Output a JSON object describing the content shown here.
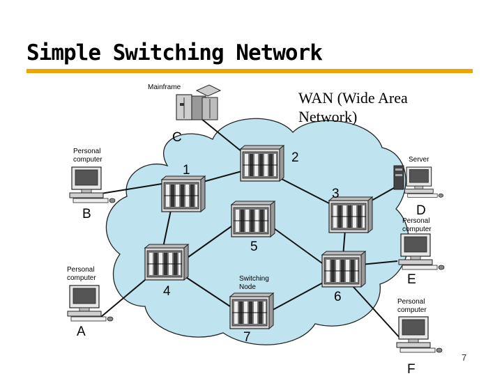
{
  "slide": {
    "title": "Simple Switching Network",
    "wan_label_line1": "WAN (Wide Area",
    "wan_label_line2": "Network)",
    "page_number": "7"
  },
  "switching_node_label_line1": "Switching",
  "switching_node_label_line2": "Node",
  "nodes": [
    {
      "id": "1",
      "label": "1"
    },
    {
      "id": "2",
      "label": "2"
    },
    {
      "id": "3",
      "label": "3"
    },
    {
      "id": "4",
      "label": "4"
    },
    {
      "id": "5",
      "label": "5"
    },
    {
      "id": "6",
      "label": "6"
    },
    {
      "id": "7",
      "label": "7"
    }
  ],
  "stations": [
    {
      "id": "A",
      "letter": "A",
      "type_line1": "Personal",
      "type_line2": "computer"
    },
    {
      "id": "B",
      "letter": "B",
      "type_line1": "Personal",
      "type_line2": "computer"
    },
    {
      "id": "C",
      "letter": "C",
      "type_line1": "Mainframe",
      "type_line2": ""
    },
    {
      "id": "D",
      "letter": "D",
      "type_line1": "Server",
      "type_line2": ""
    },
    {
      "id": "E",
      "letter": "E",
      "type_line1": "Personal",
      "type_line2": "computer"
    },
    {
      "id": "F",
      "letter": "F",
      "type_line1": "Personal",
      "type_line2": "computer"
    }
  ],
  "colors": {
    "cloud_fill": "#bfe3ef",
    "title_rule": "#f0a400",
    "equipment_dark": "#555555",
    "equipment_light": "#d9d9d9"
  }
}
